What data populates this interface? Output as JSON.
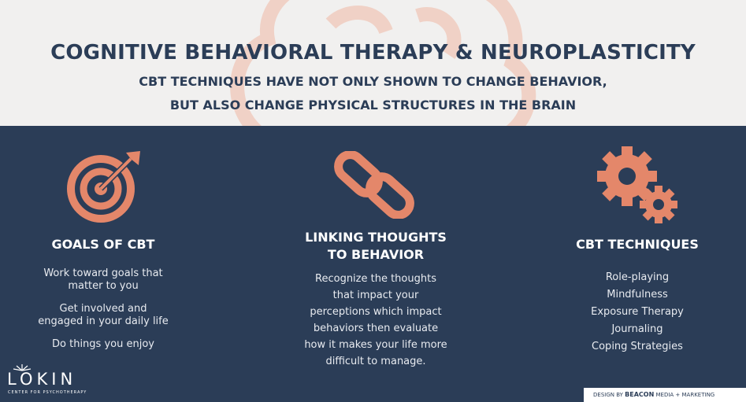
{
  "header": {
    "title": "COGNITIVE BEHAVIORAL THERAPY & NEUROPLASTICITY",
    "subtitle_line1": "CBT TECHNIQUES HAVE NOT ONLY SHOWN TO CHANGE BEHAVIOR,",
    "subtitle_line2": "BUT ALSO CHANGE PHYSICAL STRUCTURES IN THE BRAIN",
    "background_icon": "brain-icon"
  },
  "colors": {
    "navy": "#2b3d57",
    "accent": "#e4876a",
    "header_bg": "#f1f0ef"
  },
  "columns": [
    {
      "icon": "target-icon",
      "title": "GOALS OF CBT",
      "items": [
        "Work toward goals that",
        "matter to you",
        "Get involved and",
        "engaged in your daily life",
        "Do things you enjoy"
      ]
    },
    {
      "icon": "chain-link-icon",
      "title_line1": "LINKING THOUGHTS",
      "title_line2": "TO BEHAVIOR",
      "lines": [
        "Recognize the thoughts",
        "that impact your",
        "perceptions which impact",
        "behaviors then evaluate",
        "how it makes your life more",
        "difficult to manage."
      ]
    },
    {
      "icon": "gears-icon",
      "title": "CBT TECHNIQUES",
      "items": [
        "Role-playing",
        "Mindfulness",
        "Exposure Therapy",
        "Journaling",
        "Coping Strategies"
      ]
    }
  ],
  "footer": {
    "logo_text": "LOKIN",
    "logo_subtext": "CENTER FOR PSYCHOTHERAPY",
    "credit_prefix": "DESIGN BY",
    "credit_brand": "BEACON",
    "credit_suffix": "MEDIA + MARKETING"
  }
}
